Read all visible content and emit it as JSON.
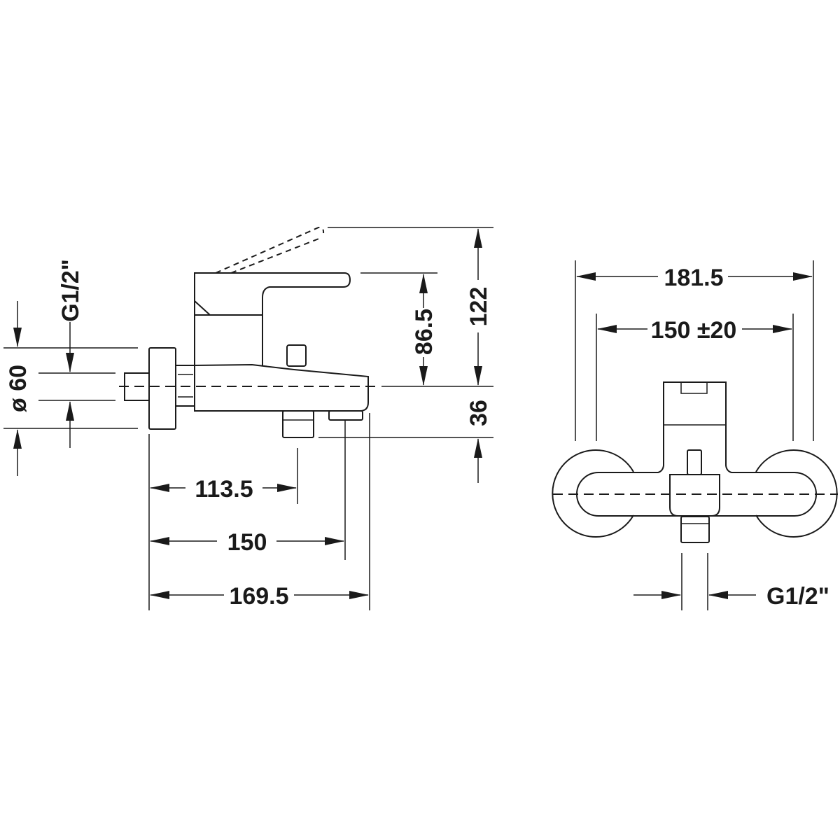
{
  "side_view": {
    "dim_height_total": "122",
    "dim_lever_height": "86.5",
    "dim_outlet_height": "36",
    "dim_rosette": "ø 60",
    "dim_connection": "G1/2\"",
    "dim_outlet_projection": "113.5",
    "dim_diverter_projection": "150",
    "dim_total_projection": "169.5"
  },
  "front_view": {
    "dim_total_width": "181.5",
    "dim_centers": "150 ±20",
    "dim_outlet_thread": "G1/2\""
  },
  "colors": {
    "line": "#1a1a1a",
    "background": "#ffffff"
  }
}
